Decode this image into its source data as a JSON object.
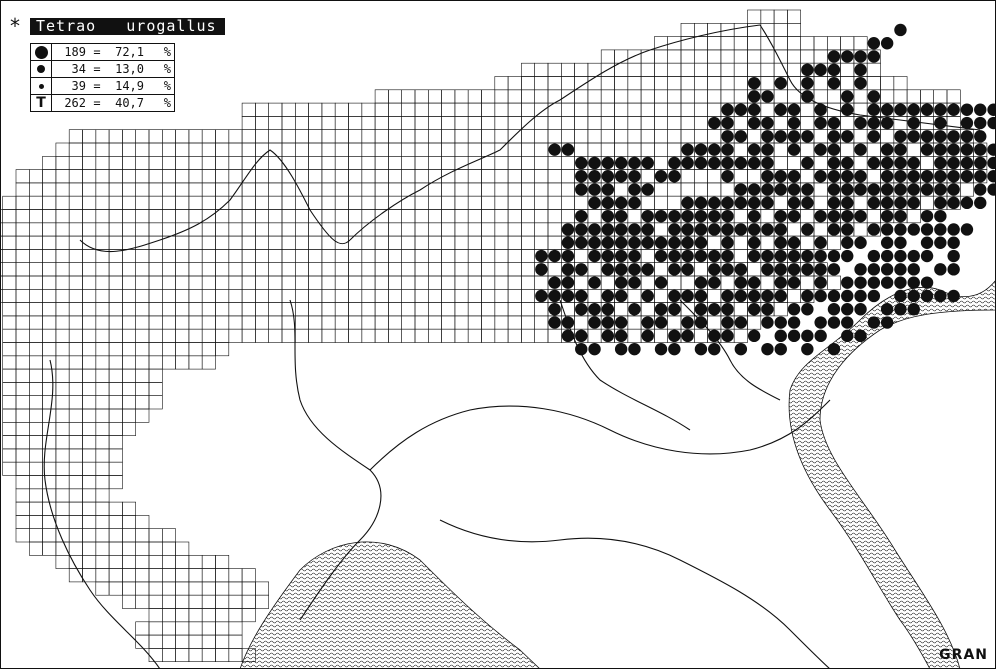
{
  "title": {
    "marker": "*",
    "species": "Tetrao   urogallus"
  },
  "legend": {
    "rows": [
      {
        "symbol": "large-dot",
        "count": "189",
        "eq": "=",
        "percent": "72,1",
        "unit": "%"
      },
      {
        "symbol": "medium-dot",
        "count": "34",
        "eq": "=",
        "percent": "13,0",
        "unit": "%"
      },
      {
        "symbol": "small-dot",
        "count": "39",
        "eq": "=",
        "percent": "14,9",
        "unit": "%"
      },
      {
        "symbol": "T",
        "count": "262",
        "eq": "=",
        "percent": "40,7",
        "unit": "%"
      }
    ]
  },
  "brand": "GRAN",
  "colors": {
    "ink": "#111111",
    "paper": "#ffffff"
  },
  "records": {
    "large": [
      [
        27,
        1
      ],
      [
        26,
        2
      ],
      [
        25,
        2
      ],
      [
        22,
        3
      ],
      [
        23,
        3
      ],
      [
        24,
        3
      ],
      [
        25,
        3
      ],
      [
        21,
        4
      ],
      [
        24,
        4
      ],
      [
        22,
        4
      ],
      [
        20,
        4
      ],
      [
        20,
        5
      ],
      [
        22,
        5
      ],
      [
        24,
        5
      ],
      [
        18,
        5
      ],
      [
        16,
        5
      ],
      [
        16,
        6
      ],
      [
        17,
        6
      ],
      [
        20,
        6
      ],
      [
        23,
        6
      ],
      [
        25,
        6
      ],
      [
        14,
        7
      ],
      [
        15,
        7
      ],
      [
        16,
        7
      ],
      [
        18,
        7
      ],
      [
        19,
        7
      ],
      [
        21,
        7
      ],
      [
        23,
        7
      ],
      [
        25,
        7
      ],
      [
        26,
        7
      ],
      [
        27,
        7
      ],
      [
        28,
        7
      ],
      [
        29,
        7
      ],
      [
        30,
        7
      ],
      [
        31,
        7
      ],
      [
        32,
        7
      ],
      [
        33,
        7
      ],
      [
        34,
        7
      ],
      [
        35,
        7
      ],
      [
        36,
        7
      ],
      [
        37,
        7
      ],
      [
        13,
        8
      ],
      [
        14,
        8
      ],
      [
        16,
        8
      ],
      [
        17,
        8
      ],
      [
        19,
        8
      ],
      [
        21,
        8
      ],
      [
        22,
        8
      ],
      [
        24,
        8
      ],
      [
        25,
        8
      ],
      [
        26,
        8
      ],
      [
        28,
        8
      ],
      [
        30,
        8
      ],
      [
        32,
        8
      ],
      [
        33,
        8
      ],
      [
        34,
        8
      ],
      [
        14,
        9
      ],
      [
        15,
        9
      ],
      [
        17,
        9
      ],
      [
        18,
        9
      ],
      [
        19,
        9
      ],
      [
        20,
        9
      ],
      [
        22,
        9
      ],
      [
        23,
        9
      ],
      [
        25,
        9
      ],
      [
        27,
        9
      ],
      [
        28,
        9
      ],
      [
        29,
        9
      ],
      [
        30,
        9
      ],
      [
        31,
        9
      ],
      [
        32,
        9
      ],
      [
        33,
        9
      ],
      [
        11,
        10
      ],
      [
        12,
        10
      ],
      [
        13,
        10
      ],
      [
        14,
        10
      ],
      [
        16,
        10
      ],
      [
        17,
        10
      ],
      [
        19,
        10
      ],
      [
        21,
        10
      ],
      [
        22,
        10
      ],
      [
        24,
        10
      ],
      [
        26,
        10
      ],
      [
        27,
        10
      ],
      [
        29,
        10
      ],
      [
        30,
        10
      ],
      [
        31,
        10
      ],
      [
        32,
        10
      ],
      [
        33,
        10
      ],
      [
        34,
        10
      ],
      [
        1,
        10
      ],
      [
        2,
        10
      ],
      [
        3,
        11
      ],
      [
        4,
        11
      ],
      [
        5,
        11
      ],
      [
        6,
        11
      ],
      [
        7,
        11
      ],
      [
        8,
        11
      ],
      [
        10,
        11
      ],
      [
        11,
        11
      ],
      [
        12,
        11
      ],
      [
        13,
        11
      ],
      [
        14,
        11
      ],
      [
        15,
        11
      ],
      [
        16,
        11
      ],
      [
        17,
        11
      ],
      [
        20,
        11
      ],
      [
        22,
        11
      ],
      [
        23,
        11
      ],
      [
        25,
        11
      ],
      [
        26,
        11
      ],
      [
        27,
        11
      ],
      [
        28,
        11
      ],
      [
        30,
        11
      ],
      [
        31,
        11
      ],
      [
        32,
        11
      ],
      [
        33,
        11
      ],
      [
        34,
        11
      ],
      [
        35,
        11
      ],
      [
        36,
        11
      ],
      [
        37,
        11
      ],
      [
        38,
        11
      ],
      [
        3,
        12
      ],
      [
        4,
        12
      ],
      [
        5,
        12
      ],
      [
        6,
        12
      ],
      [
        7,
        12
      ],
      [
        9,
        12
      ],
      [
        10,
        12
      ],
      [
        14,
        12
      ],
      [
        17,
        12
      ],
      [
        18,
        12
      ],
      [
        19,
        12
      ],
      [
        21,
        12
      ],
      [
        22,
        12
      ],
      [
        23,
        12
      ],
      [
        24,
        12
      ],
      [
        26,
        12
      ],
      [
        27,
        12
      ],
      [
        28,
        12
      ],
      [
        29,
        12
      ],
      [
        30,
        12
      ],
      [
        31,
        12
      ],
      [
        32,
        12
      ],
      [
        33,
        12
      ],
      [
        34,
        12
      ],
      [
        36,
        12
      ],
      [
        37,
        12
      ],
      [
        38,
        12
      ],
      [
        3,
        13
      ],
      [
        4,
        13
      ],
      [
        5,
        13
      ],
      [
        7,
        13
      ],
      [
        8,
        13
      ],
      [
        15,
        13
      ],
      [
        16,
        13
      ],
      [
        17,
        13
      ],
      [
        18,
        13
      ],
      [
        19,
        13
      ],
      [
        20,
        13
      ],
      [
        22,
        13
      ],
      [
        23,
        13
      ],
      [
        24,
        13
      ],
      [
        25,
        13
      ],
      [
        26,
        13
      ],
      [
        27,
        13
      ],
      [
        28,
        13
      ],
      [
        29,
        13
      ],
      [
        30,
        13
      ],
      [
        31,
        13
      ],
      [
        33,
        13
      ],
      [
        34,
        13
      ],
      [
        36,
        13
      ],
      [
        37,
        13
      ],
      [
        38,
        13
      ],
      [
        39,
        13
      ],
      [
        4,
        14
      ],
      [
        5,
        14
      ],
      [
        6,
        14
      ],
      [
        7,
        14
      ],
      [
        11,
        14
      ],
      [
        12,
        14
      ],
      [
        13,
        14
      ],
      [
        14,
        14
      ],
      [
        15,
        14
      ],
      [
        16,
        14
      ],
      [
        17,
        14
      ],
      [
        19,
        14
      ],
      [
        20,
        14
      ],
      [
        22,
        14
      ],
      [
        23,
        14
      ],
      [
        25,
        14
      ],
      [
        26,
        14
      ],
      [
        27,
        14
      ],
      [
        28,
        14
      ],
      [
        30,
        14
      ],
      [
        31,
        14
      ],
      [
        32,
        14
      ],
      [
        33,
        14
      ],
      [
        3,
        15
      ],
      [
        5,
        15
      ],
      [
        6,
        15
      ],
      [
        8,
        15
      ],
      [
        9,
        15
      ],
      [
        10,
        15
      ],
      [
        11,
        15
      ],
      [
        12,
        15
      ],
      [
        13,
        15
      ],
      [
        14,
        15
      ],
      [
        16,
        15
      ],
      [
        18,
        15
      ],
      [
        19,
        15
      ],
      [
        21,
        15
      ],
      [
        22,
        15
      ],
      [
        23,
        15
      ],
      [
        24,
        15
      ],
      [
        26,
        15
      ],
      [
        27,
        15
      ],
      [
        29,
        15
      ],
      [
        30,
        15
      ],
      [
        2,
        16
      ],
      [
        3,
        16
      ],
      [
        4,
        16
      ],
      [
        5,
        16
      ],
      [
        6,
        16
      ],
      [
        7,
        16
      ],
      [
        8,
        16
      ],
      [
        10,
        16
      ],
      [
        11,
        16
      ],
      [
        12,
        16
      ],
      [
        13,
        16
      ],
      [
        14,
        16
      ],
      [
        15,
        16
      ],
      [
        16,
        16
      ],
      [
        17,
        16
      ],
      [
        18,
        16
      ],
      [
        20,
        16
      ],
      [
        22,
        16
      ],
      [
        23,
        16
      ],
      [
        25,
        16
      ],
      [
        26,
        16
      ],
      [
        27,
        16
      ],
      [
        28,
        16
      ],
      [
        29,
        16
      ],
      [
        30,
        16
      ],
      [
        31,
        16
      ],
      [
        32,
        16
      ],
      [
        2,
        17
      ],
      [
        3,
        17
      ],
      [
        4,
        17
      ],
      [
        5,
        17
      ],
      [
        6,
        17
      ],
      [
        7,
        17
      ],
      [
        8,
        17
      ],
      [
        9,
        17
      ],
      [
        10,
        17
      ],
      [
        11,
        17
      ],
      [
        12,
        17
      ],
      [
        14,
        17
      ],
      [
        16,
        17
      ],
      [
        18,
        17
      ],
      [
        19,
        17
      ],
      [
        21,
        17
      ],
      [
        23,
        17
      ],
      [
        24,
        17
      ],
      [
        26,
        17
      ],
      [
        27,
        17
      ],
      [
        29,
        17
      ],
      [
        30,
        17
      ],
      [
        31,
        17
      ],
      [
        0,
        18
      ],
      [
        1,
        18
      ],
      [
        2,
        18
      ],
      [
        4,
        18
      ],
      [
        5,
        18
      ],
      [
        6,
        18
      ],
      [
        7,
        18
      ],
      [
        9,
        18
      ],
      [
        10,
        18
      ],
      [
        11,
        18
      ],
      [
        12,
        18
      ],
      [
        13,
        18
      ],
      [
        14,
        18
      ],
      [
        16,
        18
      ],
      [
        17,
        18
      ],
      [
        18,
        18
      ],
      [
        19,
        18
      ],
      [
        20,
        18
      ],
      [
        21,
        18
      ],
      [
        22,
        18
      ],
      [
        23,
        18
      ],
      [
        25,
        18
      ],
      [
        26,
        18
      ],
      [
        27,
        18
      ],
      [
        28,
        18
      ],
      [
        29,
        18
      ],
      [
        31,
        18
      ],
      [
        0,
        19
      ],
      [
        2,
        19
      ],
      [
        3,
        19
      ],
      [
        5,
        19
      ],
      [
        6,
        19
      ],
      [
        7,
        19
      ],
      [
        8,
        19
      ],
      [
        10,
        19
      ],
      [
        11,
        19
      ],
      [
        13,
        19
      ],
      [
        14,
        19
      ],
      [
        15,
        19
      ],
      [
        17,
        19
      ],
      [
        18,
        19
      ],
      [
        19,
        19
      ],
      [
        20,
        19
      ],
      [
        21,
        19
      ],
      [
        22,
        19
      ],
      [
        24,
        19
      ],
      [
        25,
        19
      ],
      [
        26,
        19
      ],
      [
        27,
        19
      ],
      [
        28,
        19
      ],
      [
        30,
        19
      ],
      [
        31,
        19
      ],
      [
        1,
        20
      ],
      [
        2,
        20
      ],
      [
        4,
        20
      ],
      [
        6,
        20
      ],
      [
        7,
        20
      ],
      [
        9,
        20
      ],
      [
        12,
        20
      ],
      [
        13,
        20
      ],
      [
        15,
        20
      ],
      [
        16,
        20
      ],
      [
        18,
        20
      ],
      [
        19,
        20
      ],
      [
        21,
        20
      ],
      [
        23,
        20
      ],
      [
        24,
        20
      ],
      [
        25,
        20
      ],
      [
        26,
        20
      ],
      [
        27,
        20
      ],
      [
        28,
        20
      ],
      [
        29,
        20
      ],
      [
        0,
        21
      ],
      [
        1,
        21
      ],
      [
        2,
        21
      ],
      [
        3,
        21
      ],
      [
        5,
        21
      ],
      [
        6,
        21
      ],
      [
        8,
        21
      ],
      [
        10,
        21
      ],
      [
        11,
        21
      ],
      [
        12,
        21
      ],
      [
        14,
        21
      ],
      [
        15,
        21
      ],
      [
        16,
        21
      ],
      [
        17,
        21
      ],
      [
        18,
        21
      ],
      [
        20,
        21
      ],
      [
        21,
        21
      ],
      [
        22,
        21
      ],
      [
        23,
        21
      ],
      [
        24,
        21
      ],
      [
        25,
        21
      ],
      [
        27,
        21
      ],
      [
        28,
        21
      ],
      [
        29,
        21
      ],
      [
        30,
        21
      ],
      [
        31,
        21
      ],
      [
        1,
        22
      ],
      [
        3,
        22
      ],
      [
        4,
        22
      ],
      [
        5,
        22
      ],
      [
        7,
        22
      ],
      [
        9,
        22
      ],
      [
        10,
        22
      ],
      [
        12,
        22
      ],
      [
        13,
        22
      ],
      [
        14,
        22
      ],
      [
        16,
        22
      ],
      [
        17,
        22
      ],
      [
        19,
        22
      ],
      [
        20,
        22
      ],
      [
        22,
        22
      ],
      [
        23,
        22
      ],
      [
        24,
        22
      ],
      [
        26,
        22
      ],
      [
        27,
        22
      ],
      [
        28,
        22
      ],
      [
        1,
        23
      ],
      [
        2,
        23
      ],
      [
        4,
        23
      ],
      [
        5,
        23
      ],
      [
        6,
        23
      ],
      [
        8,
        23
      ],
      [
        9,
        23
      ],
      [
        11,
        23
      ],
      [
        12,
        23
      ],
      [
        14,
        23
      ],
      [
        15,
        23
      ],
      [
        17,
        23
      ],
      [
        18,
        23
      ],
      [
        19,
        23
      ],
      [
        21,
        23
      ],
      [
        22,
        23
      ],
      [
        23,
        23
      ],
      [
        25,
        23
      ],
      [
        26,
        23
      ],
      [
        2,
        24
      ],
      [
        3,
        24
      ],
      [
        5,
        24
      ],
      [
        6,
        24
      ],
      [
        8,
        24
      ],
      [
        10,
        24
      ],
      [
        11,
        24
      ],
      [
        13,
        24
      ],
      [
        14,
        24
      ],
      [
        16,
        24
      ],
      [
        18,
        24
      ],
      [
        19,
        24
      ],
      [
        20,
        24
      ],
      [
        21,
        24
      ],
      [
        23,
        24
      ],
      [
        24,
        24
      ],
      [
        3,
        25
      ],
      [
        4,
        25
      ],
      [
        6,
        25
      ],
      [
        7,
        25
      ],
      [
        9,
        25
      ],
      [
        10,
        25
      ],
      [
        12,
        25
      ],
      [
        13,
        25
      ],
      [
        15,
        25
      ],
      [
        17,
        25
      ],
      [
        18,
        25
      ],
      [
        20,
        25
      ],
      [
        22,
        25
      ]
    ],
    "medium": [],
    "small": []
  }
}
